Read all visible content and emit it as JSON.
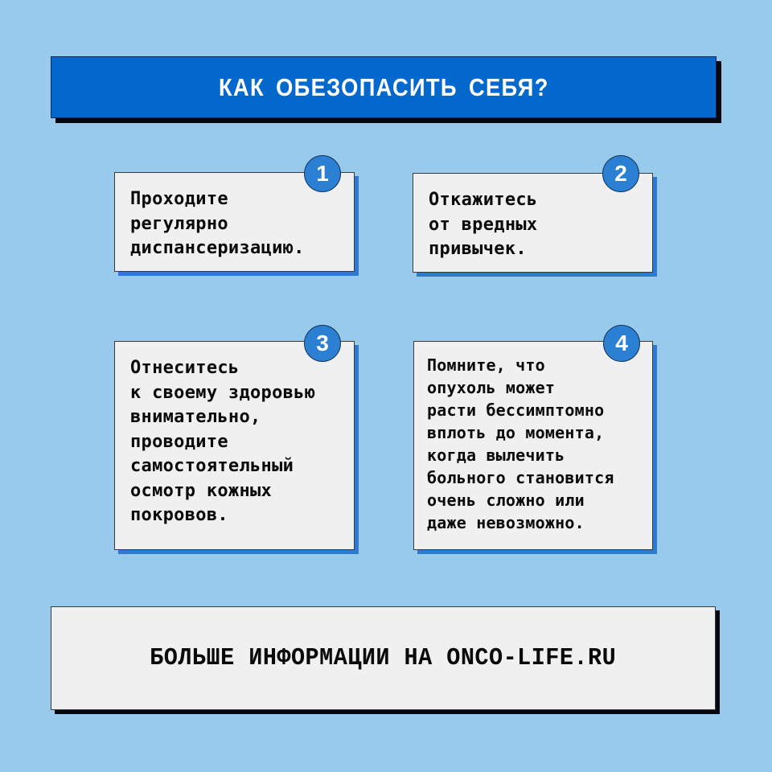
{
  "header": {
    "title": "КАК ОБЕЗОПАСИТЬ СЕБЯ?"
  },
  "cards": [
    {
      "number": "1",
      "text": "Проходите\nрегулярно\nдиспансеризацию."
    },
    {
      "number": "2",
      "text": "Откажитесь\nот вредных\nпривычек."
    },
    {
      "number": "3",
      "text": "Отнеситесь\nк своему здоровью\nвнимательно,\nпроводите\nсамостоятельный\nосмотр кожных\nпокровов."
    },
    {
      "number": "4",
      "text": "Помните, что\nопухоль может\nрасти бессимптомно\nвплоть до момента,\nкогда вылечить\nбольного становится\nочень сложно или\nдаже невозможно."
    }
  ],
  "footer": {
    "text": "БОЛЬШЕ ИНФОРМАЦИИ НА ONCO-LIFE.RU"
  },
  "colors": {
    "background": "#98cbeb",
    "header_bg": "#0468cc",
    "badge": "#2c80d4",
    "card_bg": "#f0f0f0",
    "card_shadow": "#2b7ad3",
    "dark_shadow": "#05070f"
  }
}
